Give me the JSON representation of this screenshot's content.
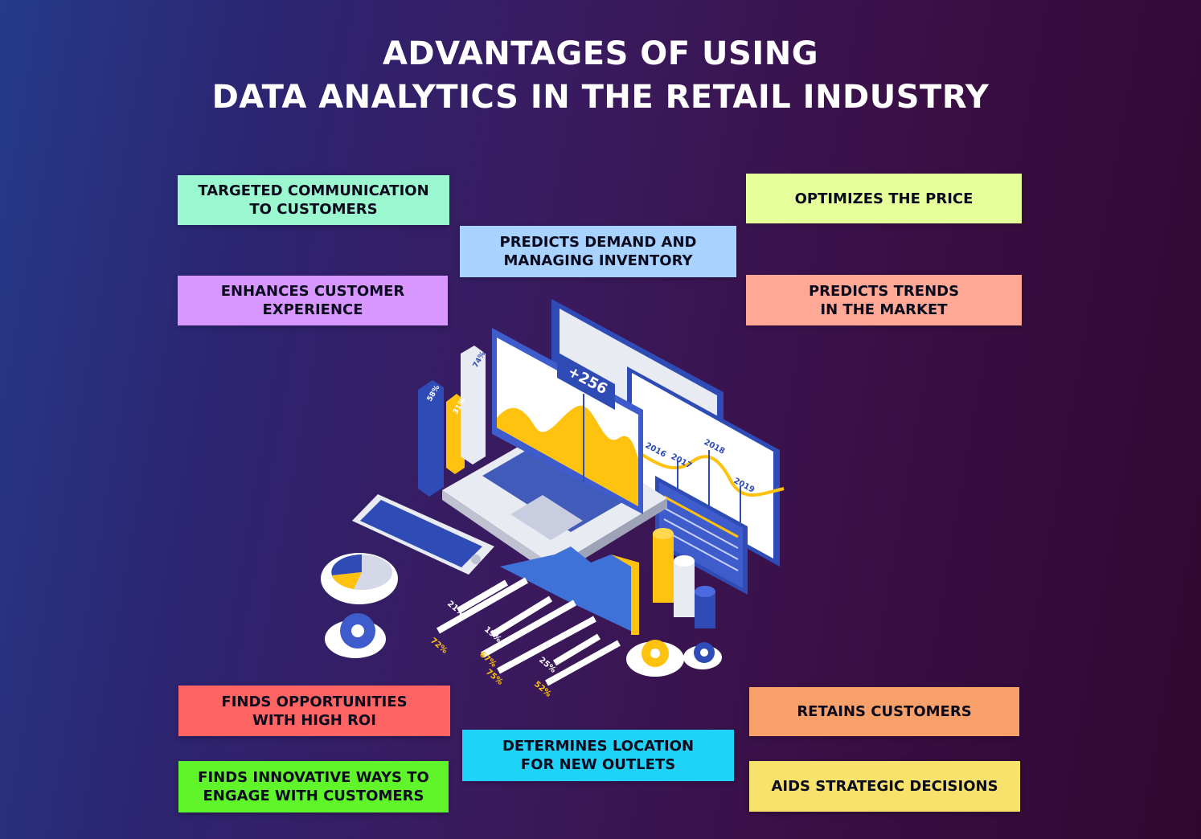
{
  "title": {
    "line1": "ADVANTAGES OF USING",
    "line2": "DATA ANALYTICS IN THE RETAIL INDUSTRY"
  },
  "benefits": [
    {
      "lines": [
        "TARGETED COMMUNICATION",
        "TO CUSTOMERS"
      ],
      "color": "#9bf7cf"
    },
    {
      "lines": [
        "PREDICTS DEMAND AND",
        "MANAGING INVENTORY"
      ],
      "color": "#a8d2ff"
    },
    {
      "lines": [
        "OPTIMIZES THE PRICE"
      ],
      "color": "#e6ff9a"
    },
    {
      "lines": [
        "ENHANCES CUSTOMER",
        "EXPERIENCE"
      ],
      "color": "#d896ff"
    },
    {
      "lines": [
        "PREDICTS TRENDS",
        "IN THE MARKET"
      ],
      "color": "#ffa896"
    },
    {
      "lines": [
        "FINDS OPPORTUNITIES",
        "WITH HIGH ROI"
      ],
      "color": "#ff6464"
    },
    {
      "lines": [
        "RETAINS CUSTOMERS"
      ],
      "color": "#f7a06a"
    },
    {
      "lines": [
        "DETERMINES LOCATION",
        "FOR NEW OUTLETS"
      ],
      "color": "#1fd2f7"
    },
    {
      "lines": [
        "FINDS INNOVATIVE WAYS TO",
        "ENGAGE WITH CUSTOMERS"
      ],
      "color": "#5ff52a"
    },
    {
      "lines": [
        "AIDS STRATEGIC DECISIONS"
      ],
      "color": "#f7e36b"
    }
  ],
  "illustration": {
    "badge": "+256",
    "bar_labels": [
      "58%",
      "31%",
      "74%"
    ],
    "years": [
      "2016",
      "2017",
      "2018",
      "2019"
    ],
    "list_percents": [
      "21%",
      "72%",
      "19%",
      "67%",
      "75%",
      "25%",
      "52%"
    ],
    "colors": {
      "blue": "#2f4bb5",
      "yellow": "#ffc20e",
      "light": "#e9ebf2",
      "gray": "#bfc3d1"
    }
  }
}
